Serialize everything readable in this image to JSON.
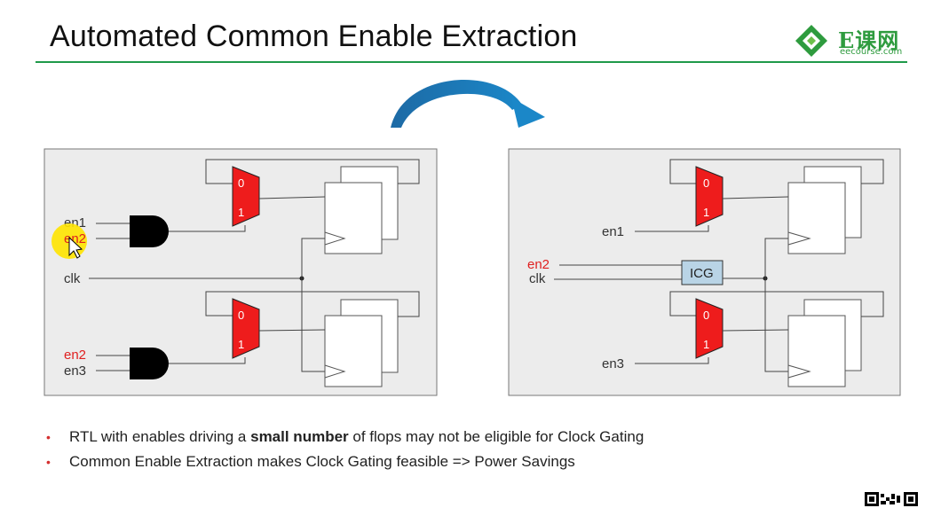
{
  "header": {
    "title": "Automated Common Enable Extraction",
    "logo_text": "E课网",
    "logo_sub": "eecourse.com"
  },
  "left_diagram": {
    "signals": {
      "en1": "en1",
      "en2_top": "en2",
      "clk": "clk",
      "en2_bottom": "en2",
      "en3": "en3"
    },
    "mux_top": {
      "in0": "0",
      "in1": "1"
    },
    "mux_bottom": {
      "in0": "0",
      "in1": "1"
    }
  },
  "right_diagram": {
    "signals": {
      "en1": "en1",
      "en2": "en2",
      "clk": "clk",
      "en3": "en3"
    },
    "icg_label": "ICG",
    "mux_top": {
      "in0": "0",
      "in1": "1"
    },
    "mux_bottom": {
      "in0": "0",
      "in1": "1"
    }
  },
  "bullets": {
    "b1_pre": "RTL with enables driving a ",
    "b1_bold": "small number",
    "b1_post": " of flops may not be eligible for Clock Gating",
    "b2": "Common Enable Extraction makes Clock Gating feasible => Power Savings"
  },
  "colors": {
    "accent_green": "#1f9a4a",
    "mux_red": "#ee1c1c",
    "signal_red": "#e02020",
    "arrow_blue": "#1d6aa5",
    "icg_fill": "#b9d4e6",
    "panel_fill": "#ececec",
    "cursor_highlight": "#ffe400"
  },
  "icons": {
    "logo": "diamond-logo-icon",
    "arrow": "curved-arrow-icon",
    "cursor": "mouse-cursor-icon",
    "qr": "qr-code-icon"
  }
}
